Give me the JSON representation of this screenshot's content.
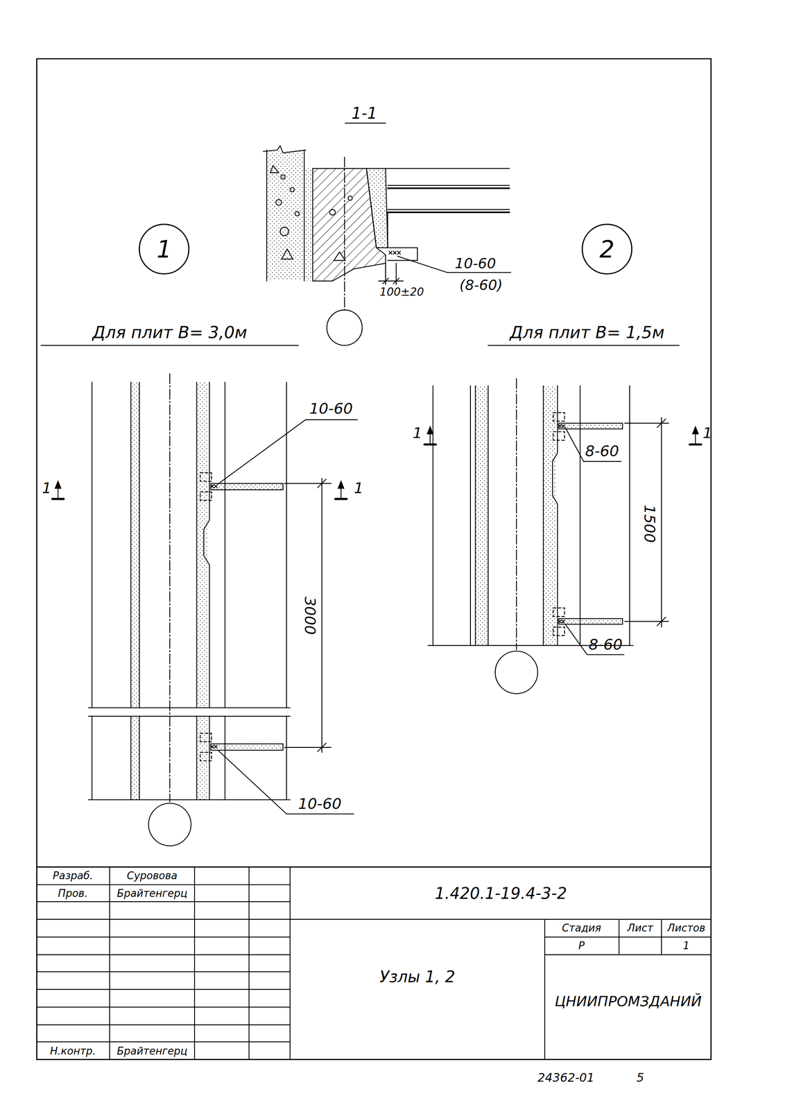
{
  "diagram": {
    "nodes": [
      {
        "text": [
          "1"
        ]
      },
      {
        "text": [
          "2"
        ]
      }
    ],
    "labels": [
      "1-1",
      "10-60",
      "(8-60)",
      "100±20",
      "Для плит B= 3,0м",
      "Для плит B= 1,5м",
      "10-60",
      "1",
      "1",
      "3000",
      "10-60",
      "1",
      "1",
      "8-60",
      "1500",
      "8-60",
      "Разраб.",
      "Суровова",
      "Пров.",
      "Брайтенгерц",
      "Н.контр.",
      "Брайтенгерц",
      "1.420.1-19.4-3-2",
      "Узлы 1, 2",
      "Стадия",
      "Лист",
      "Листов",
      "Р",
      "1",
      "ЦНИИПРОМЗДАНИЙ",
      "24362-01",
      "5"
    ]
  }
}
